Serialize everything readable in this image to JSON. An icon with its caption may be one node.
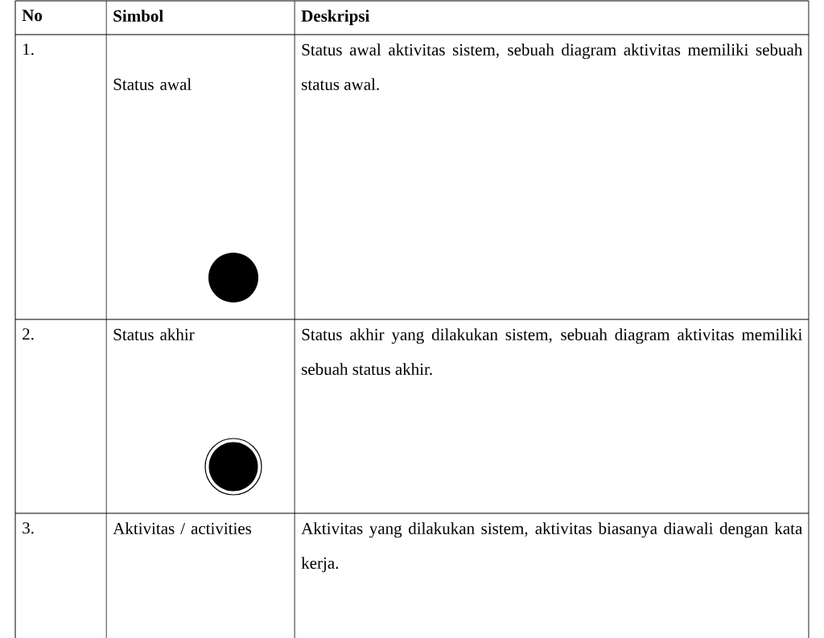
{
  "diagram": {
    "labels": [
      "No",
      "Simbol",
      "Deskripsi",
      "1.",
      "Status awal",
      "Status awal aktivitas sistem, sebuah diagram aktivitas memiliki sebuah status awal.",
      "2.",
      "Status akhir",
      "Status akhir yang dilakukan sistem, sebuah diagram aktivitas memiliki sebuah status akhir.",
      "3.",
      "Aktivitas / activities",
      "Aktivitas yang dilakukan sistem, aktivitas biasanya diawali dengan kata kerja."
    ]
  }
}
